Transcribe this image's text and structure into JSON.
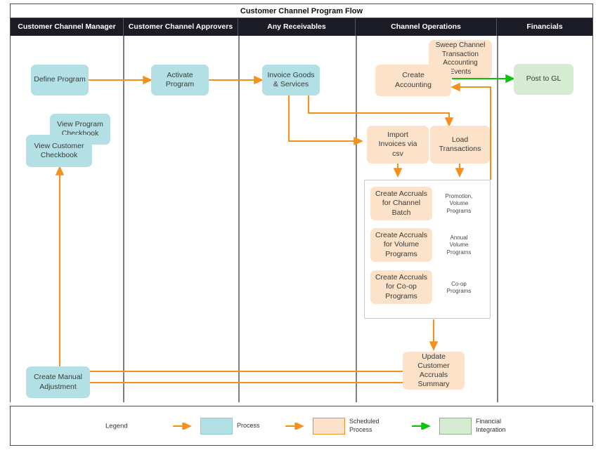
{
  "diagram": {
    "title": "Customer Channel Program Flow",
    "lanes": [
      {
        "id": "customer-channel-manager",
        "label": "Customer Channel Manager"
      },
      {
        "id": "customer-channel-approvers",
        "label": "Customer Channel Approvers"
      },
      {
        "id": "any-receivables",
        "label": "Any Receivables"
      },
      {
        "id": "channel-operations",
        "label": "Channel Operations"
      },
      {
        "id": "financials",
        "label": "Financials"
      }
    ],
    "nodes": [
      {
        "id": "define-program",
        "label": "Define Program",
        "type": "process"
      },
      {
        "id": "view-program-checkbook",
        "label": "View Program\nCheckbook",
        "type": "process"
      },
      {
        "id": "view-customer-checkbook",
        "label": "View Customer\nCheckbook",
        "type": "process"
      },
      {
        "id": "create-manual-adjustment",
        "label": "Create Manual\nAdjustment",
        "type": "process"
      },
      {
        "id": "activate-program",
        "label": "Activate\nProgram",
        "type": "process"
      },
      {
        "id": "invoice-goods-services",
        "label": "Invoice Goods\n& Services",
        "type": "process"
      },
      {
        "id": "create-accounting",
        "label": "Create\nAccounting",
        "type": "scheduled"
      },
      {
        "id": "sweep-channel-transaction",
        "label": "Sweep Channel\nTransaction\nAccounting\nEvents",
        "type": "scheduled"
      },
      {
        "id": "import-invoices-via-csv",
        "label": "Import\nInvoices via\ncsv",
        "type": "scheduled"
      },
      {
        "id": "load-transactions",
        "label": "Load\nTransactions",
        "type": "scheduled"
      },
      {
        "id": "create-accruals-channel-batch",
        "label": "Create Accruals\nfor Channel\nBatch",
        "type": "scheduled"
      },
      {
        "id": "create-accruals-volume-programs",
        "label": "Create Accruals\nfor Volume\nPrograms",
        "type": "scheduled"
      },
      {
        "id": "create-accruals-coop-programs",
        "label": "Create Accruals\nfor Co-op\nPrograms",
        "type": "scheduled"
      },
      {
        "id": "update-customer-accruals-summary",
        "label": "Update\nCustomer\nAccruals\nSummary",
        "type": "scheduled"
      },
      {
        "id": "post-to-gl",
        "label": "Post to GL",
        "type": "financial"
      }
    ],
    "side_notes": [
      {
        "id": "note-channel-batch",
        "label": "Promotion,\nVolume\nPrograms"
      },
      {
        "id": "note-volume-programs",
        "label": "Annual\nVolume\nPrograms"
      },
      {
        "id": "note-coop-programs",
        "label": "Co-op\nPrograms"
      }
    ]
  },
  "legend": {
    "label": "Legend",
    "entries": [
      {
        "id": "legend-process",
        "text": "Process",
        "swatch": "process",
        "arrow_color": "#f4911e"
      },
      {
        "id": "legend-scheduled",
        "text": "Scheduled\nProcess",
        "swatch": "scheduled",
        "arrow_color": "#f4911e"
      },
      {
        "id": "legend-financial",
        "text": "Financial\nIntegration",
        "swatch": "financial",
        "arrow_color": "#0ac30a"
      }
    ]
  },
  "colors": {
    "process": "#b3e0e4",
    "scheduled": "#fce2c8",
    "financial": "#d6ecd2",
    "flow_arrow": "#f4911e",
    "integration_arrow": "#0ac30a",
    "header_band": "#1b1b26",
    "lane_divider": "#808080",
    "frame_border": "#4a4a4a"
  }
}
